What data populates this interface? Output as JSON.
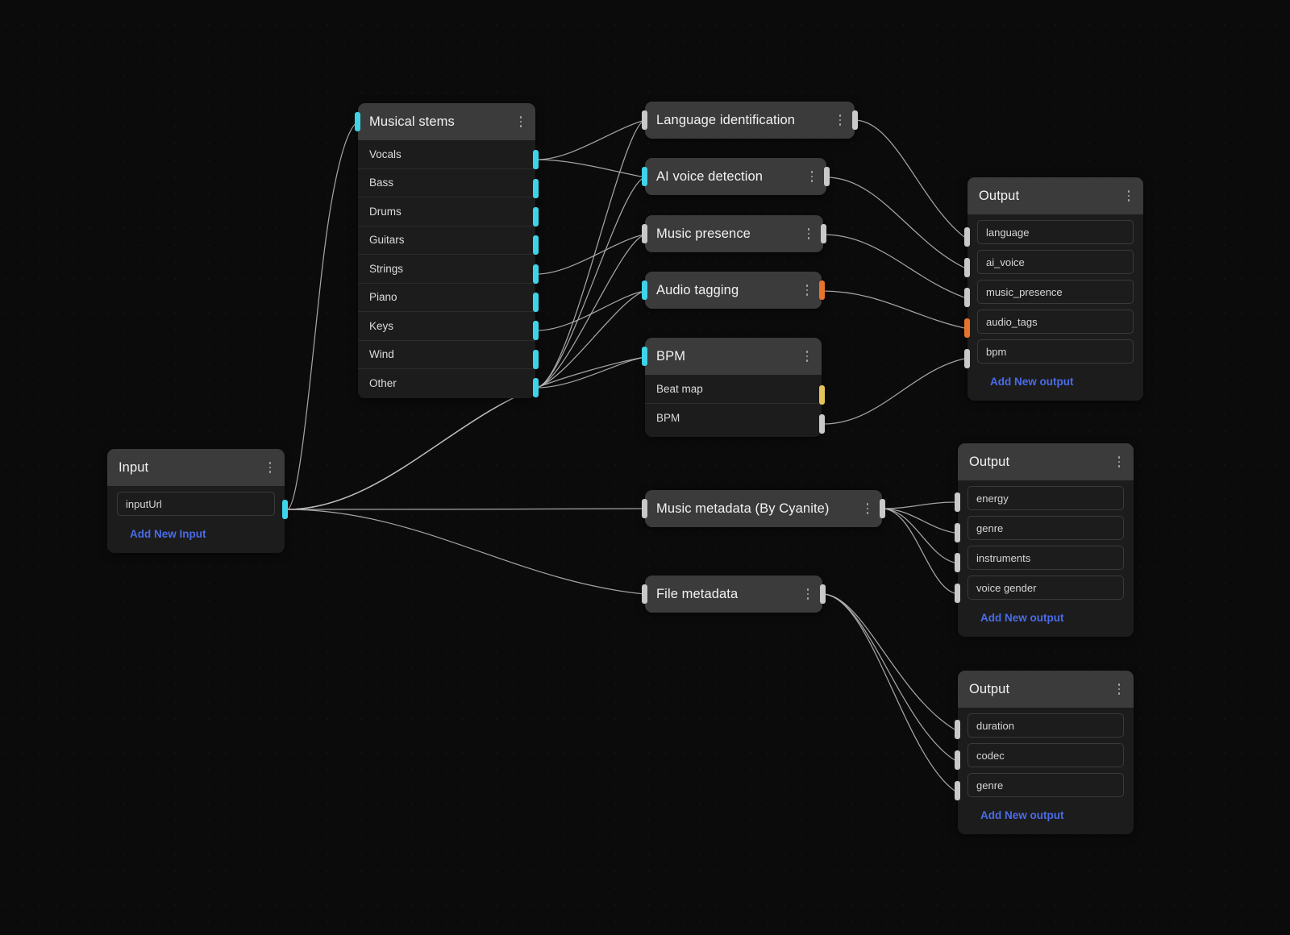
{
  "canvas": {
    "background_color": "#0b0b0b",
    "edge_color": "#b9b9b9"
  },
  "colors": {
    "port_cyan": "#3fd3e8",
    "port_gray": "#c9c9c9",
    "port_orange": "#e8742c",
    "port_yellow": "#e3c35a",
    "link_blue": "#4a6ce8",
    "node_header": "#3b3b3b",
    "node_body": "#1c1c1c"
  },
  "nodes": {
    "input": {
      "title": "Input",
      "rows": [
        "inputUrl"
      ],
      "add_label": "Add New Input"
    },
    "musical_stems": {
      "title": "Musical stems",
      "rows": [
        "Vocals",
        "Bass",
        "Drums",
        "Guitars",
        "Strings",
        "Piano",
        "Keys",
        "Wind",
        "Other"
      ]
    },
    "language_identification": {
      "title": "Language identification"
    },
    "ai_voice_detection": {
      "title": "AI voice detection"
    },
    "music_presence": {
      "title": "Music presence"
    },
    "audio_tagging": {
      "title": "Audio tagging"
    },
    "bpm": {
      "title": "BPM",
      "rows": [
        "Beat map",
        "BPM"
      ]
    },
    "music_metadata": {
      "title": "Music metadata (By Cyanite)"
    },
    "file_metadata": {
      "title": "File metadata"
    },
    "output_1": {
      "title": "Output",
      "rows": [
        "language",
        "ai_voice",
        "music_presence",
        "audio_tags",
        "bpm"
      ],
      "add_label": "Add New output"
    },
    "output_2": {
      "title": "Output",
      "rows": [
        "energy",
        "genre",
        "instruments",
        "voice gender"
      ],
      "add_label": "Add New output"
    },
    "output_3": {
      "title": "Output",
      "rows": [
        "duration",
        "codec",
        "genre"
      ],
      "add_label": "Add New output"
    }
  }
}
